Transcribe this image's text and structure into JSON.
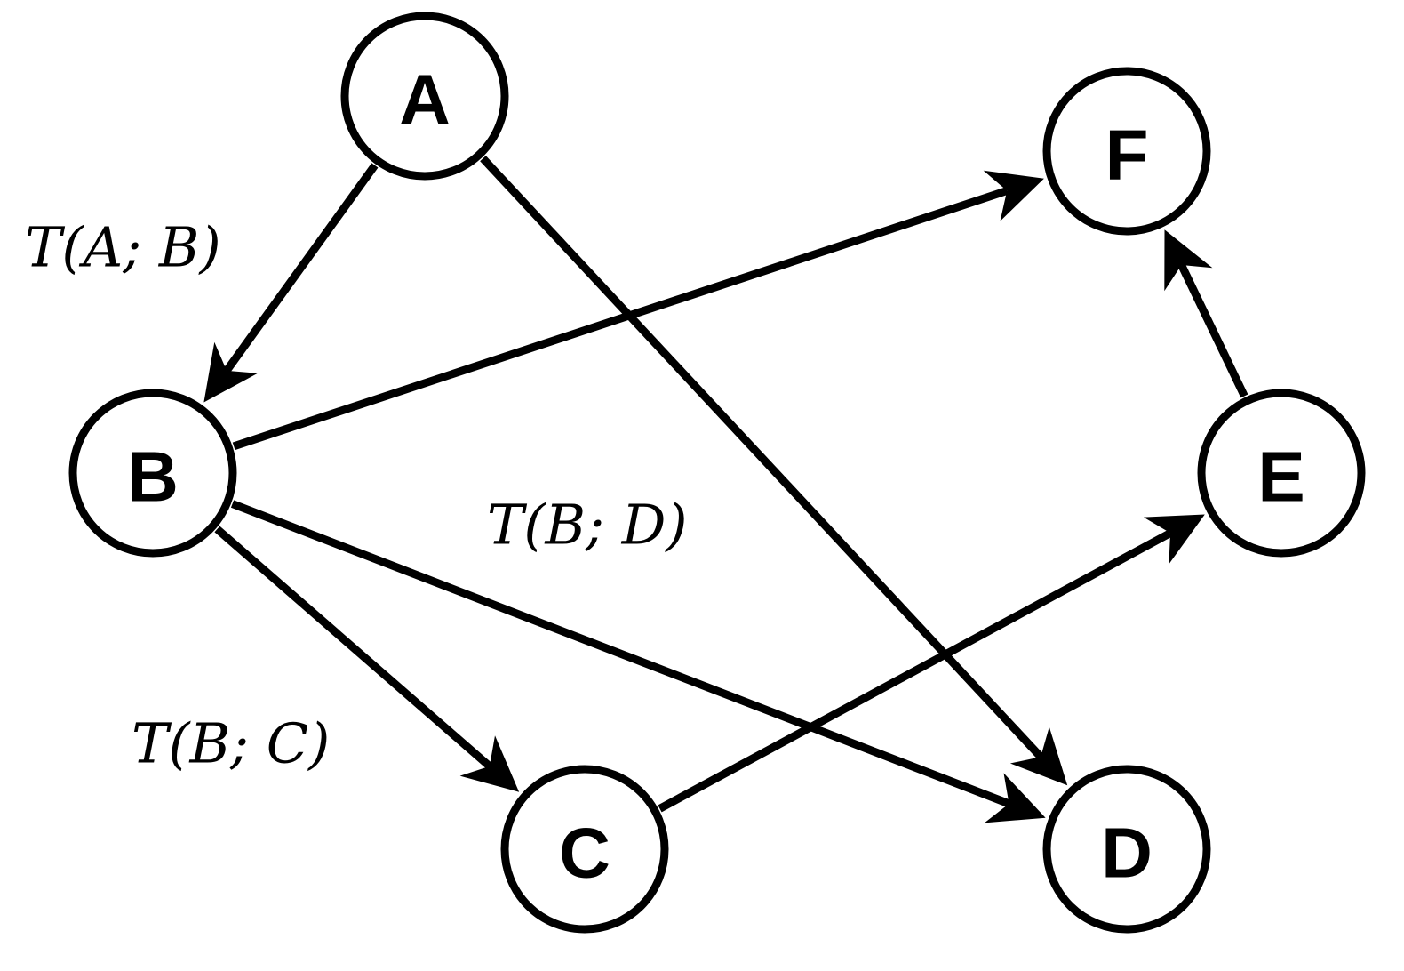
{
  "diagram": {
    "nodes": [
      {
        "id": "A",
        "label": "A"
      },
      {
        "id": "B",
        "label": "B"
      },
      {
        "id": "C",
        "label": "C"
      },
      {
        "id": "D",
        "label": "D"
      },
      {
        "id": "E",
        "label": "E"
      },
      {
        "id": "F",
        "label": "F"
      }
    ],
    "edges": [
      {
        "from": "A",
        "to": "B",
        "label": "T(A; B)"
      },
      {
        "from": "A",
        "to": "D",
        "label": ""
      },
      {
        "from": "B",
        "to": "F",
        "label": ""
      },
      {
        "from": "B",
        "to": "D",
        "label": "T(B; D)"
      },
      {
        "from": "B",
        "to": "C",
        "label": "T(B; C)"
      },
      {
        "from": "C",
        "to": "E",
        "label": ""
      },
      {
        "from": "E",
        "to": "F",
        "label": ""
      }
    ],
    "colors": {
      "stroke": "#000000",
      "background": "#ffffff"
    }
  }
}
